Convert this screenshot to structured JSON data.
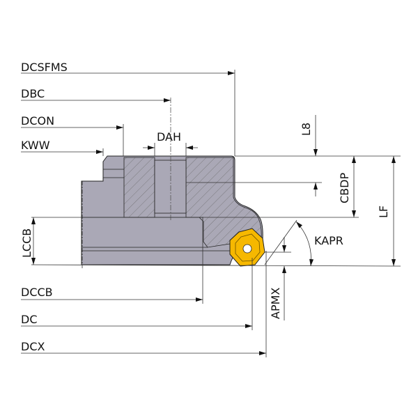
{
  "labels": {
    "dcsfms": "DCSFMS",
    "dbc": "DBC",
    "dcon": "DCON",
    "kww": "KWW",
    "dah": "DAH",
    "l8": "L8",
    "cbdp": "CBDP",
    "lf": "LF",
    "lccb": "LCCB",
    "kapr": "KAPR",
    "apmx": "APMX",
    "dccb": "DCCB",
    "dc": "DC",
    "dcx": "DCX"
  },
  "colors": {
    "body": "#aaa8b6",
    "insert": "#f6b800",
    "outline": "#222222"
  }
}
